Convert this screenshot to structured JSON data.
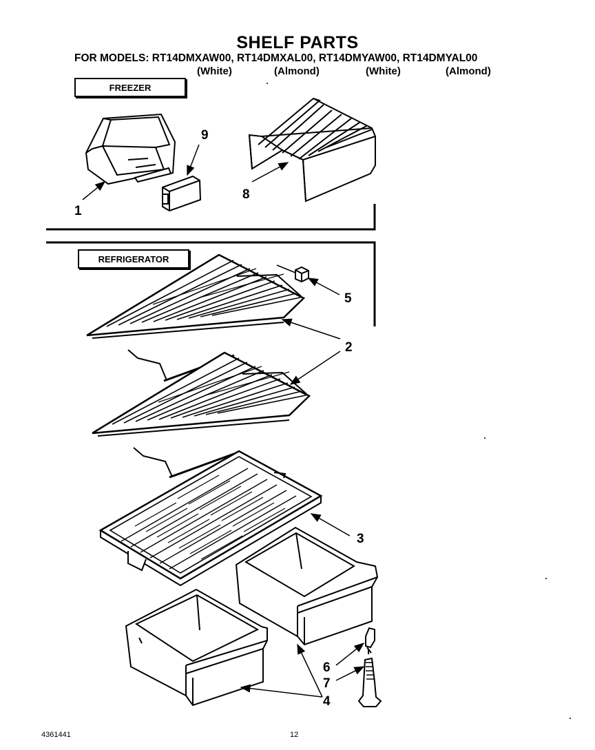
{
  "title": "SHELF PARTS",
  "models_line": "FOR MODELS: RT14DMXAW00, RT14DMXAL00, RT14DMYAW00, RT14DMYAL00",
  "model_colors": [
    "(White)",
    "(Almond)",
    "(White)",
    "(Almond)"
  ],
  "sections": {
    "freezer": "FREEZER",
    "refrigerator": "REFRIGERATOR"
  },
  "callouts": {
    "c1": "1",
    "c2": "2",
    "c3": "3",
    "c4": "4",
    "c5": "5",
    "c6": "6",
    "c7": "7",
    "c8": "8",
    "c9": "9"
  },
  "footer": {
    "doc_number": "4361441",
    "page_number": "12"
  }
}
